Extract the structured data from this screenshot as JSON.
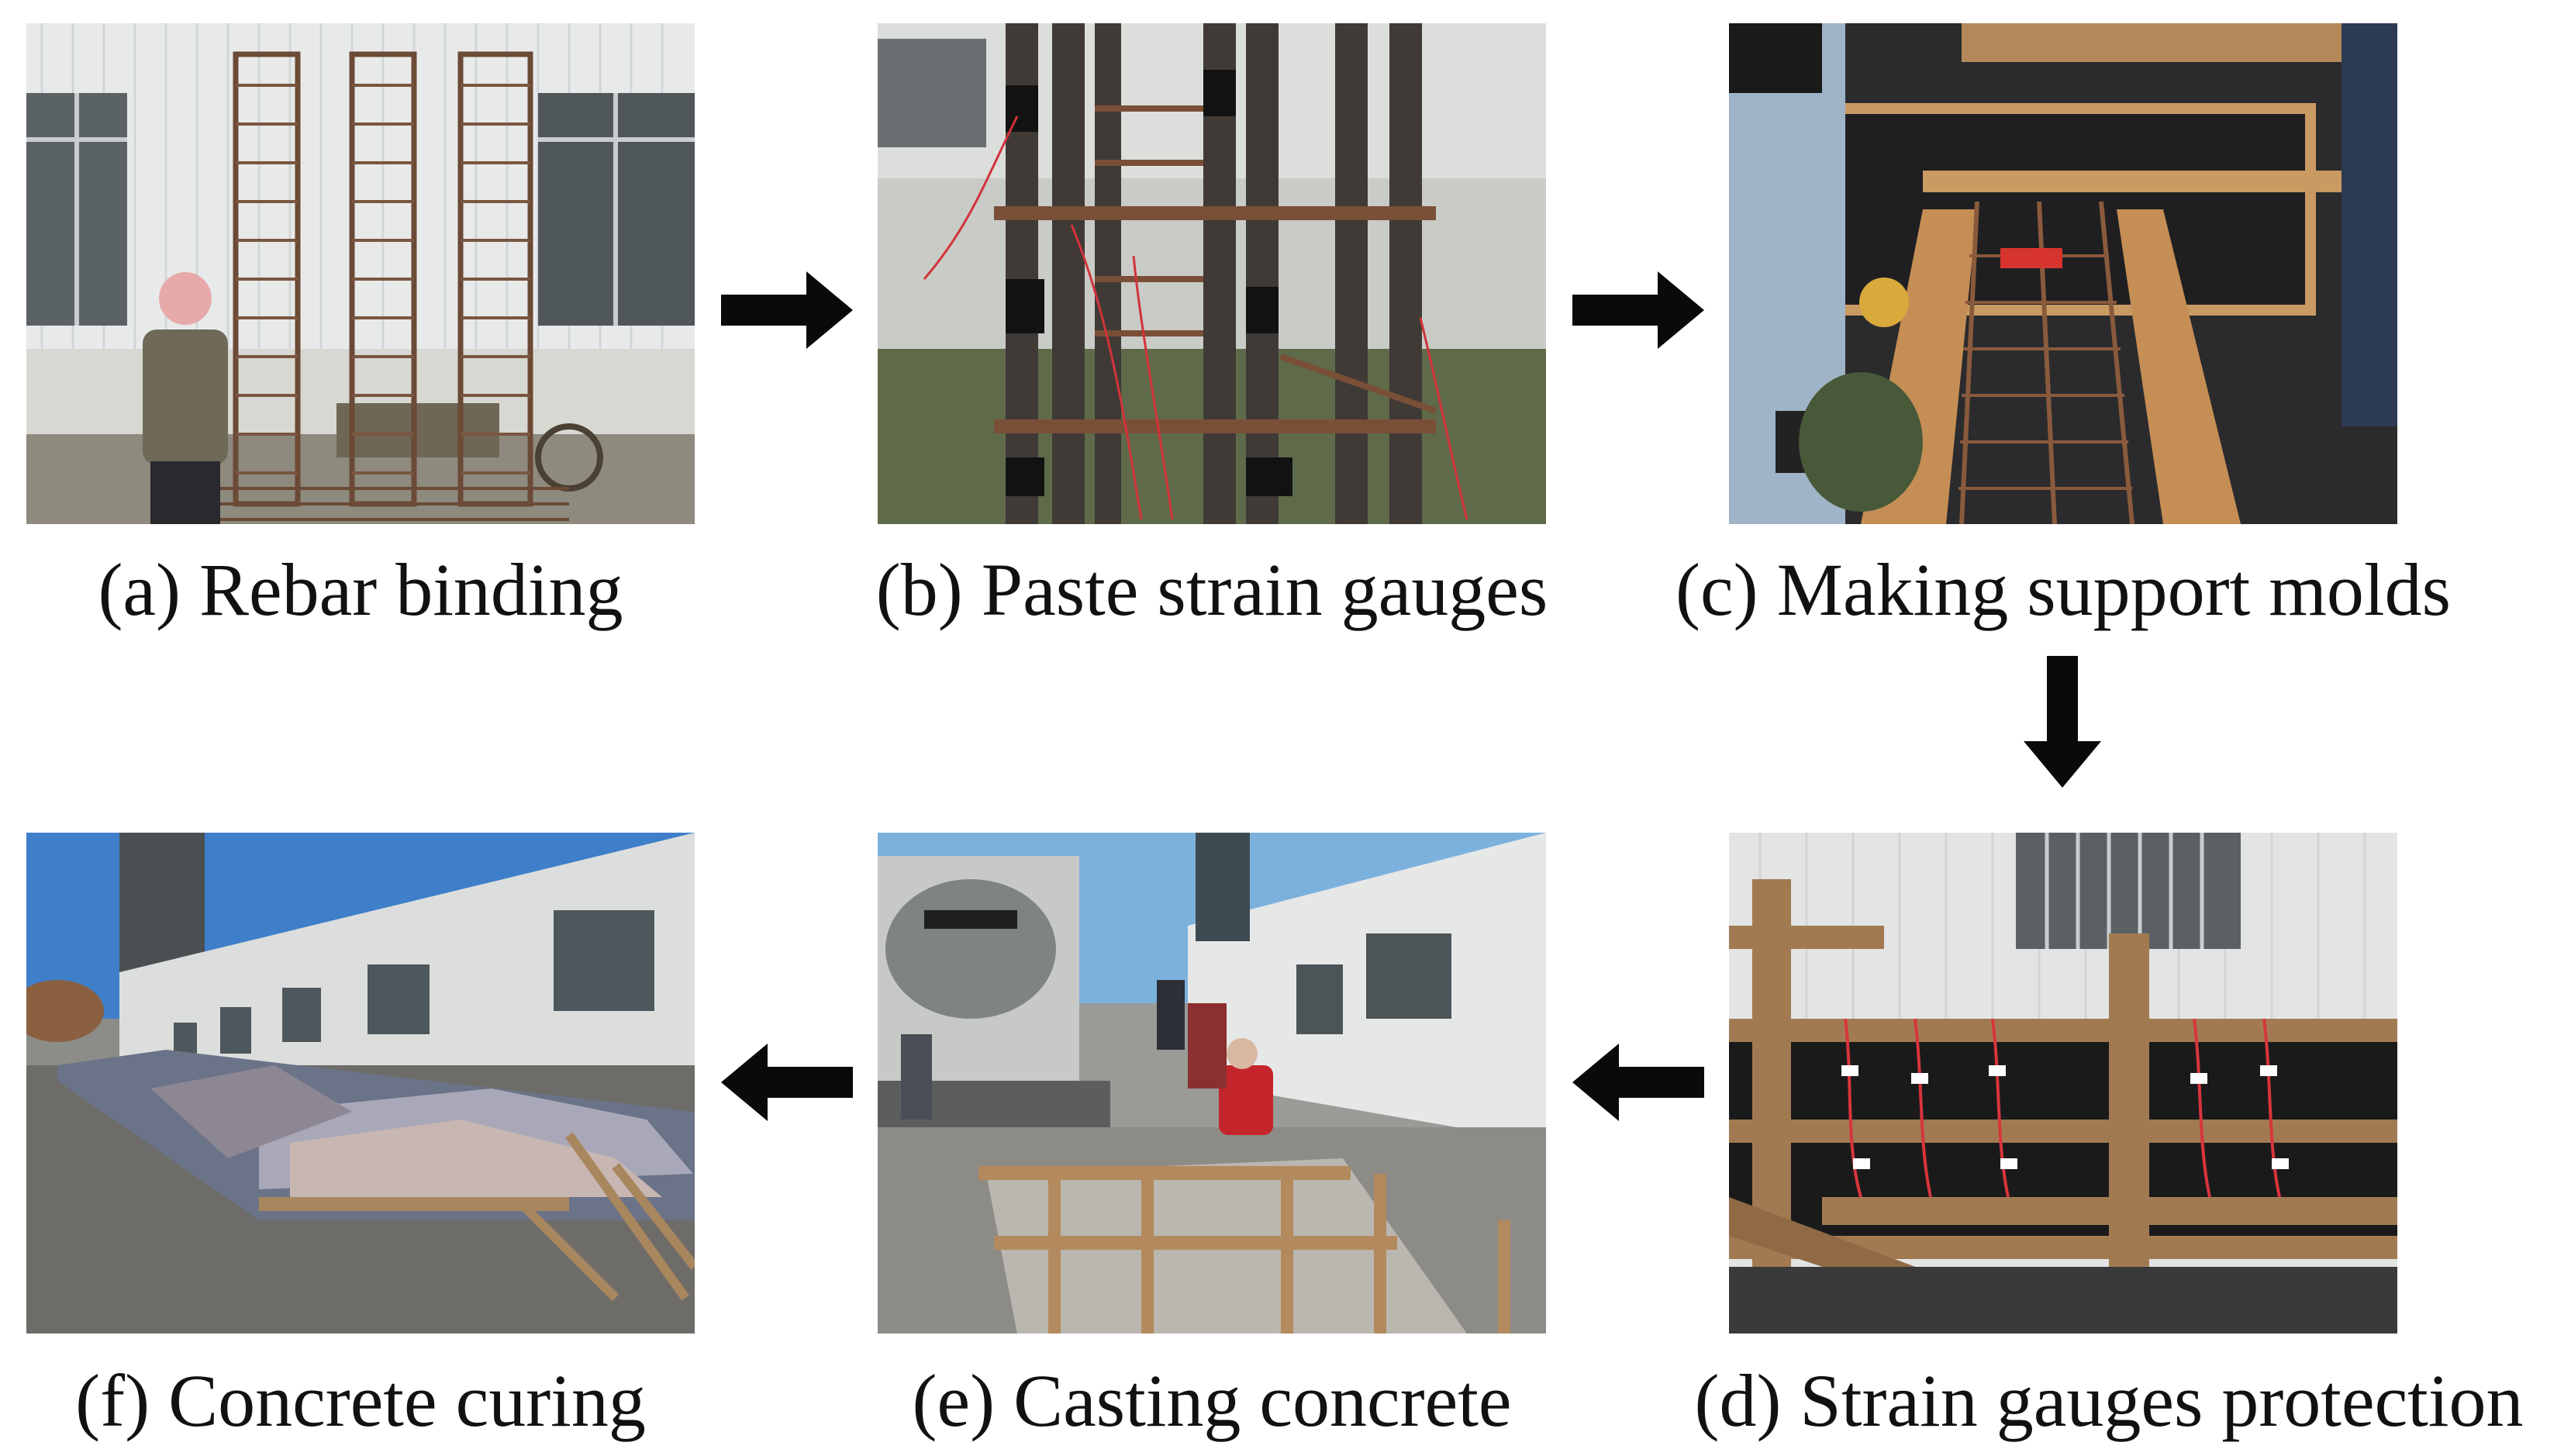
{
  "figure": {
    "steps": [
      {
        "id": "a",
        "caption": "(a) Rebar binding"
      },
      {
        "id": "b",
        "caption": "(b) Paste strain gauges"
      },
      {
        "id": "c",
        "caption": "(c) Making support molds"
      },
      {
        "id": "d",
        "caption": "(d) Strain gauges protection"
      },
      {
        "id": "e",
        "caption": "(e) Casting concrete"
      },
      {
        "id": "f",
        "caption": "(f) Concrete curing"
      }
    ],
    "arrow_color": "#0a0a0a"
  }
}
